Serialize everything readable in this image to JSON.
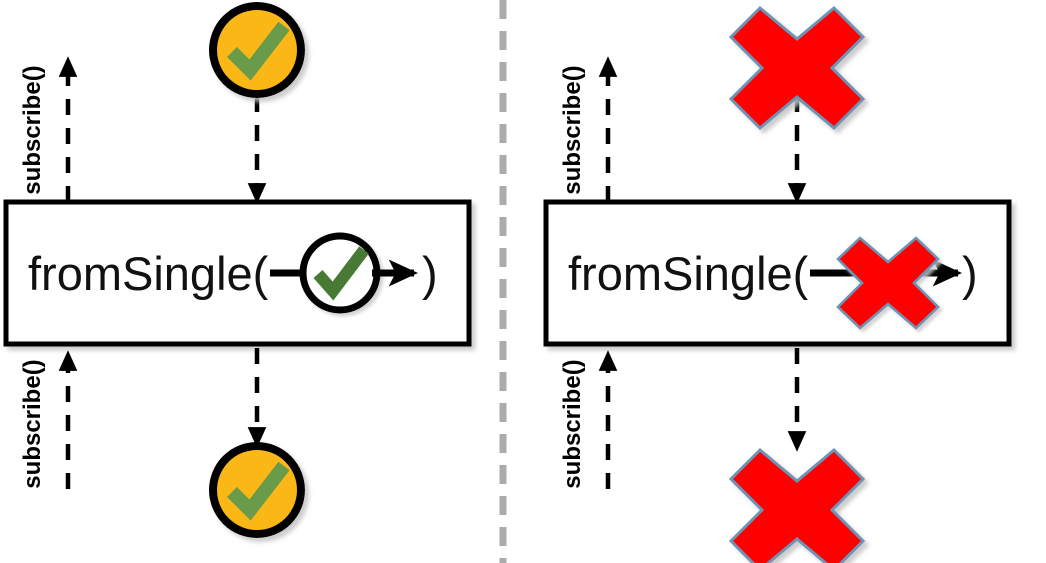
{
  "diagram": {
    "title": "fromSingle marble diagram",
    "panels": [
      {
        "id": "success-panel",
        "name": "success-case",
        "operator_label": "fromSingle(",
        "operator_label_close": ")",
        "source_timeline": {
          "name": "source-observable-timeline",
          "subscribe_label": "subscribe()",
          "marble": {
            "kind": "success-marble",
            "glyph": "check",
            "fill": "#FBB712",
            "stroke": "#000000",
            "glyph_color": "#6A9B4C"
          }
        },
        "result_timeline": {
          "name": "result-observable-timeline",
          "subscribe_label": "subscribe()",
          "marble": {
            "kind": "success-marble",
            "glyph": "check",
            "fill": "#FBB712",
            "stroke": "#000000",
            "glyph_color": "#6A9B4C"
          }
        },
        "box_marble": {
          "kind": "success-marble",
          "glyph": "check",
          "fill": "#FFFFFF",
          "stroke": "#000000",
          "glyph_color": "#4A7A34"
        }
      },
      {
        "id": "error-panel",
        "name": "error-case",
        "operator_label": "fromSingle(",
        "operator_label_close": ")",
        "source_timeline": {
          "name": "source-observable-timeline",
          "subscribe_label": "subscribe()",
          "marble": {
            "kind": "error-marble",
            "glyph": "cross",
            "fill": "#FF0000",
            "stroke": "#6E93B4",
            "glyph_color": "#FF0000"
          }
        },
        "result_timeline": {
          "name": "result-observable-timeline",
          "subscribe_label": "subscribe()",
          "marble": {
            "kind": "error-marble",
            "glyph": "cross",
            "fill": "#FF0000",
            "stroke": "#6E93B4",
            "glyph_color": "#FF0000"
          }
        },
        "box_marble": {
          "kind": "error-marble",
          "glyph": "cross",
          "fill": "#FF0000",
          "stroke": "#6E93B4",
          "glyph_color": "#FF0000"
        }
      }
    ],
    "divider": {
      "name": "panel-divider",
      "color": "#ABABAB",
      "style": "dashed"
    },
    "colors": {
      "stroke": "#000000",
      "background": "#FFFFFF",
      "success_fill": "#FBB712",
      "success_glyph": "#6A9B4C",
      "error_fill": "#FF0000",
      "error_stroke": "#6E93B4",
      "divider": "#ABABAB",
      "shadow": "#B8B8B8"
    }
  }
}
